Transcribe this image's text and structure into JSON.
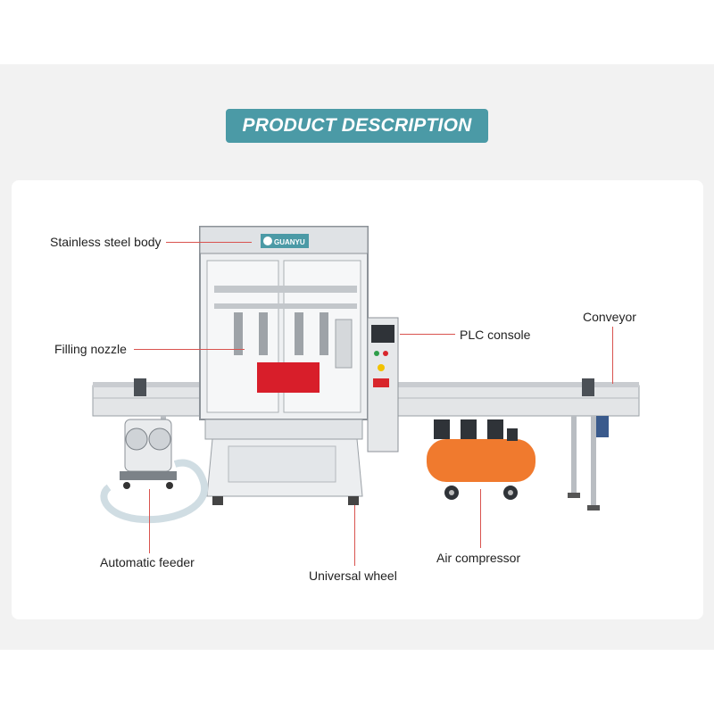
{
  "header": {
    "title": "PRODUCT DESCRIPTION"
  },
  "machine": {
    "brand": "GUANYU"
  },
  "labels": {
    "body": "Stainless steel body",
    "nozzle": "Filling nozzle",
    "plc": "PLC console",
    "conveyor": "Conveyor",
    "feeder": "Automatic feeder",
    "wheel": "Universal wheel",
    "compressor": "Air compressor"
  },
  "colors": {
    "accent": "#4b9aa6",
    "leader_line": "#d9534f",
    "compressor": "#f07a2e",
    "product": "#d81e2a"
  }
}
